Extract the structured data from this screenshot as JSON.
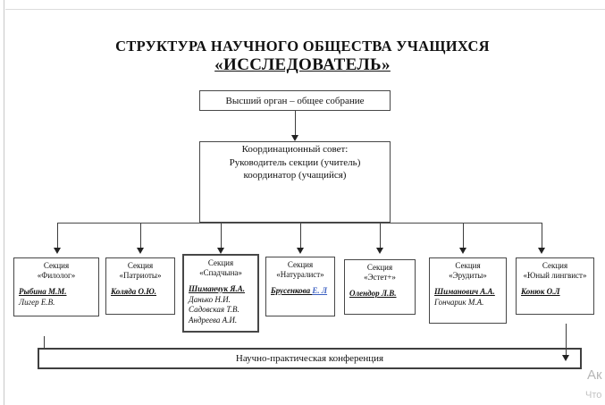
{
  "title": {
    "line1": "СТРУКТУРА НАУЧНОГО ОБЩЕСТВА УЧАЩИХСЯ",
    "line2": "«ИССЛЕДОВАТЕЛЬ»"
  },
  "top_box": {
    "label": "Высший орган – общее собрание"
  },
  "coordination_box": {
    "lines": [
      "Координационный совет:",
      "Руководитель секции (учитель)",
      "координатор (учащийся)"
    ]
  },
  "sections": [
    {
      "header": "Секция",
      "name": "«Филолог»",
      "leader": "Рыбина М.М.",
      "members": [
        "Лигер Е.В."
      ]
    },
    {
      "header": "Секция",
      "name": "«Патриоты»",
      "leader": "Коляда О.Ю.",
      "members": []
    },
    {
      "header": "Секция",
      "name": "«Спадчына»",
      "leader": "Шиманчук Я.А.",
      "members": [
        "Данько Н.И.",
        "Садовская Т.В.",
        "Андреева А.И."
      ]
    },
    {
      "header": "Секция",
      "name": "«Натуралист»",
      "leader": "Брусенкова ",
      "leader_link": "Е. Л",
      "members": []
    },
    {
      "header": "Секция",
      "name": "«Эстет+»",
      "leader": "Олендор Л.В.",
      "members": []
    },
    {
      "header": "Секция",
      "name": "«Эрудиты»",
      "leader": "Шиманович А.А.",
      "members": [
        "Гончарик М.А."
      ]
    },
    {
      "header": "Секция",
      "name": "«Юный лингвист»",
      "leader": "Конюк О.Л",
      "members": []
    }
  ],
  "conference": {
    "label": "Научно-практическая конференция"
  },
  "watermark": {
    "line1": "Ак",
    "line2": "Что"
  },
  "colors": {
    "border": "#474747",
    "text": "#111111",
    "link_blue": "#3b5fc0",
    "watermark_gray": "#b6b6b6",
    "page_edge": "#c9c9c9"
  }
}
